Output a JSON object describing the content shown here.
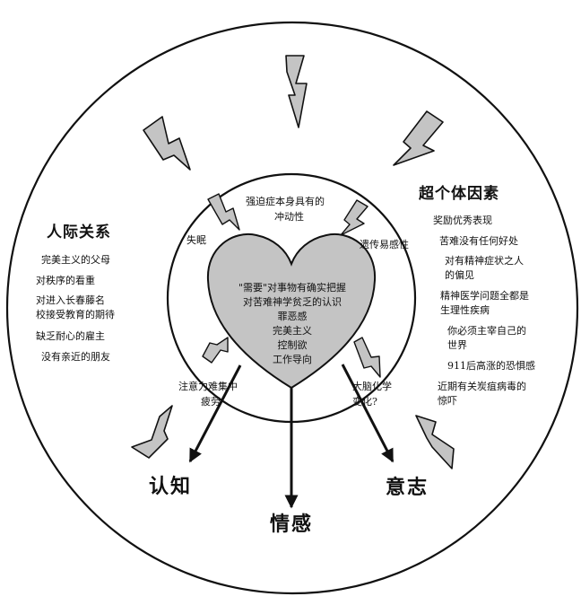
{
  "interpersonal": {
    "title": "人际关系",
    "items": [
      "完美主义的父母",
      "对秩序的看重",
      "对进入长春藤名",
      "校接受教育的期待",
      "缺乏耐心的雇主",
      "没有亲近的朋友"
    ]
  },
  "transpersonal": {
    "title": "超个体因素",
    "items": [
      "奖励优秀表现",
      "苦难没有任何好处",
      "对有精神症状之人",
      "的偏见",
      "精神医学问题全都是",
      "生理性疾病",
      "你必须主宰自己的",
      "世界",
      "911后高涨的恐惧感",
      "近期有关炭疽病毒的",
      "惊吓"
    ]
  },
  "inner": {
    "impulse_line1": "强迫症本身具有的",
    "impulse_line2": "冲动性",
    "insomnia": "失眠",
    "genetic": "遗传易感性",
    "attention_line1": "注意力难集中",
    "attention_line2": "疲劳",
    "brain_line1": "大脑化学",
    "brain_line2": "变化?"
  },
  "heart": {
    "lines": [
      "\"需要\"对事物有确实把握",
      "对苦难神学贫乏的认识",
      "罪恶感",
      "完美主义",
      "控制欲",
      "工作导向"
    ]
  },
  "outcomes": {
    "cognition": "认知",
    "emotion": "情感",
    "will": "意志"
  },
  "colors": {
    "fill_gray": "#c4c4c4",
    "stroke": "#111111"
  }
}
